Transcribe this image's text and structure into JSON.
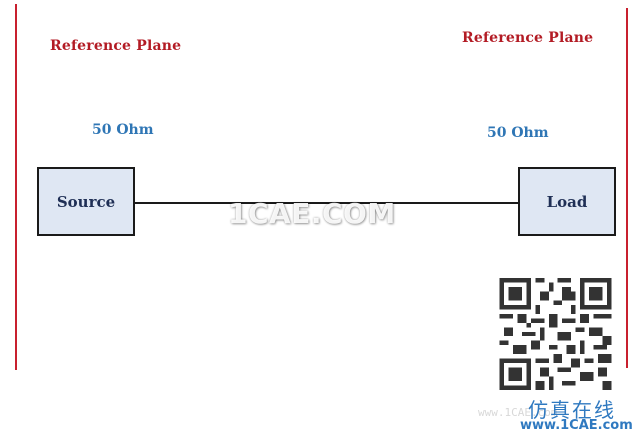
{
  "diagram": {
    "reference_plane_left": "Reference Plane",
    "reference_plane_right": "Reference Plane",
    "impedance_left": "50 Ohm",
    "impedance_right": "50 Ohm",
    "source_label": "Source",
    "load_label": "Load"
  },
  "watermark": {
    "text": "1CAE.COM",
    "footer_cn": "仿真在线",
    "footer_url": "www.1CAE.com",
    "footer_faint": "www.1CAE.com"
  },
  "colors": {
    "reference_plane": "#c8202e",
    "impedance_text": "#2f76b5",
    "box_fill": "#dfe7f3"
  }
}
